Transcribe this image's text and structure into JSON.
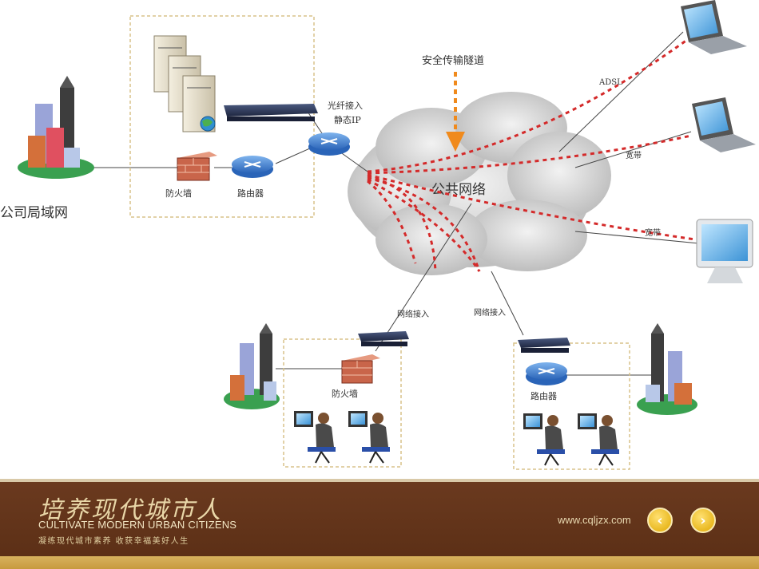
{
  "diagram": {
    "labels": {
      "tunnel": "安全传输隧道",
      "fiber_line1": "光纤接入",
      "fiber_line2": "静态IP",
      "adsl": "ADSL",
      "broadband1": "宽带",
      "broadband2": "宽带",
      "internet": "公共网络",
      "corp_lan": "公司局域网",
      "firewall_top": "防火墙",
      "router_top": "路由器",
      "net_access_left": "网络接入",
      "net_access_right": "网络接入",
      "firewall_bottom": "防火墙",
      "router_bottom": "路由器"
    },
    "colors": {
      "tunnel_arrow": "#f08a1c",
      "dashed_links": "#d42a2a",
      "dashed_box": "#d8c28a",
      "router": "#3a7fd0",
      "firewall": "#c9654a",
      "ground": "#3aa050"
    }
  },
  "footer": {
    "brand_cn": "培养现代城市人",
    "brand_en": "CULTIVATE MODERN URBAN CITIZENS",
    "brand_sub": "凝练现代城市素养  收获幸福美好人生",
    "url": "www.cqljzx.com",
    "prev_icon": "chevron-left-icon",
    "next_icon": "chevron-right-icon"
  }
}
